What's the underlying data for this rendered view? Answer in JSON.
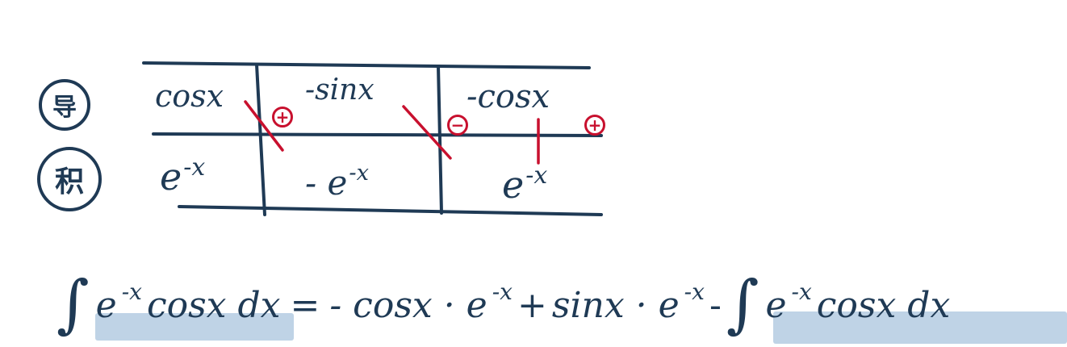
{
  "colors": {
    "ink": "#1f3a55",
    "red": "#c8102e",
    "highlight": "#aac4de"
  },
  "row_labels": {
    "derivative": "导",
    "integral": "积"
  },
  "table": {
    "derivative_row": [
      "cosx",
      "-sinx",
      "-cosx"
    ],
    "integral_row": [
      {
        "base": "e",
        "exp": "-x"
      },
      {
        "prefix": "- ",
        "base": "e",
        "exp": "-x"
      },
      {
        "base": "e",
        "exp": "-x"
      }
    ],
    "signs": [
      "+",
      "−",
      "+"
    ]
  },
  "equation": {
    "lhs_integral": "∫",
    "lhs_e": "e",
    "lhs_exp": "-x",
    "lhs_rest": "cosx dx",
    "equals": "=",
    "term1_prefix": "- cosx · e",
    "term1_exp": "-x",
    "plus": "+",
    "term2_prefix": "sinx · e",
    "term2_exp": "-x",
    "minus": "-",
    "rhs_integral": "∫",
    "rhs_e": "e",
    "rhs_exp": "-x",
    "rhs_rest": "cosx dx"
  }
}
